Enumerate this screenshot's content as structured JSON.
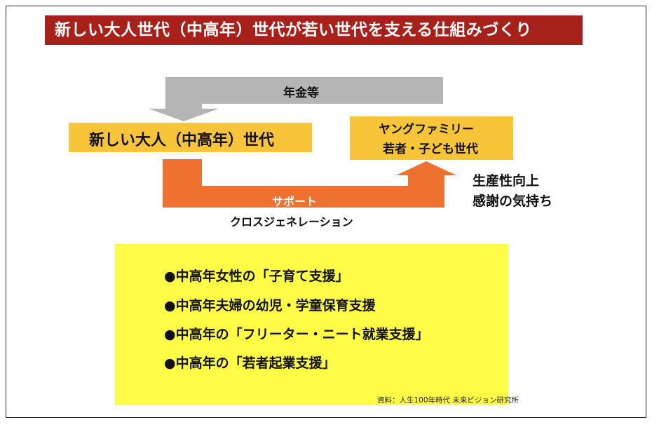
{
  "title": "新しい大人世代（中高年）世代が若い世代を支える仕組みづくり",
  "top_arrow_label": "年金等",
  "left_box_label": "新しい大人（中高年）世代",
  "right_box_lines": [
    "ヤングファミリー",
    "若者・子ども世代"
  ],
  "bottom_arrow_label": "サポート",
  "cross_generation": "クロスジェネレーション",
  "side_lines": [
    "生産性向上",
    "感謝の気持ち"
  ],
  "list_items": [
    "●中高年女性の「子育て支援」",
    "●中高年夫婦の幼児・学童保育支援",
    "●中高年の「フリーター・ニート就業支援」",
    "●中高年の「若者起業支援」"
  ],
  "source": "資料：人生100年時代 未来ビジョン研究所",
  "colors": {
    "title_bg": "#a8201a",
    "gray_arrow": "#b5b5b5",
    "orange_arrow": "#ee7130",
    "box_fill": "#f8c53a",
    "list_fill": "#fefc46"
  }
}
